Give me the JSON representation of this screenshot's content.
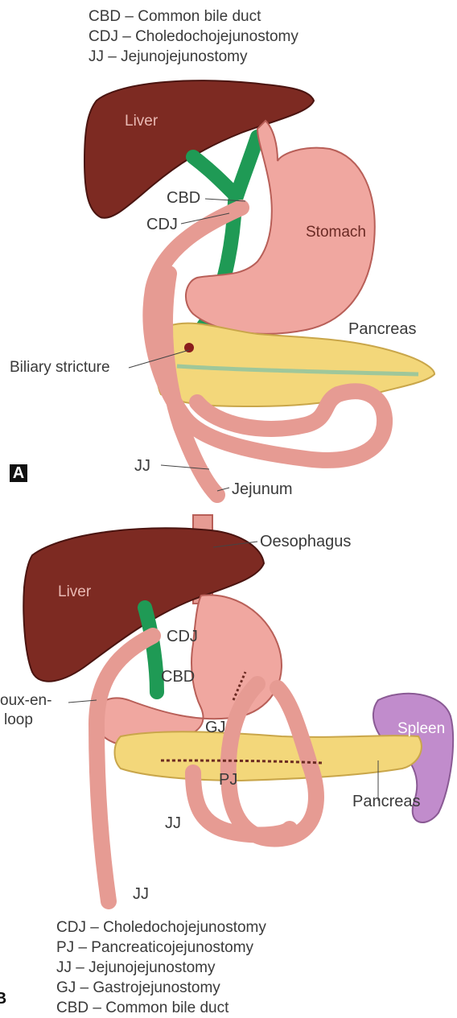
{
  "panel_a": {
    "badge": "A",
    "legend": [
      "CBD – Common bile duct",
      "CDJ – Choledochojejunostomy",
      "JJ – Jejunojejunostomy"
    ],
    "organs": {
      "liver": "Liver",
      "stomach": "Stomach",
      "pancreas": "Pancreas",
      "jejunum": "Jejunum"
    },
    "callouts": {
      "cbd": "CBD",
      "cdj": "CDJ",
      "stricture": "Biliary stricture",
      "jj": "JJ"
    }
  },
  "panel_b": {
    "badge": "B",
    "organs": {
      "liver": "Liver",
      "oesophagus": "Oesophagus",
      "spleen": "Spleen",
      "pancreas": "Pancreas"
    },
    "callouts": {
      "cdj": "CDJ",
      "cbd": "CBD",
      "roux_line1": "oux-en-",
      "roux_line2": "loop",
      "gj": "GJ",
      "pj": "PJ",
      "jj1": "JJ",
      "jj2": "JJ"
    },
    "legend": [
      "CDJ – Choledochojejunostomy",
      "PJ – Pancreaticojejunostomy",
      "JJ – Jejunojejunostomy",
      "GJ – Gastrojejunostomy",
      "CBD – Common bile duct"
    ]
  },
  "colors": {
    "liver": "#7d2a22",
    "bile_duct": "#1f9a55",
    "stomach": "#f0a7a0",
    "pancreas": "#f3d77a",
    "spleen": "#c18ccc"
  }
}
